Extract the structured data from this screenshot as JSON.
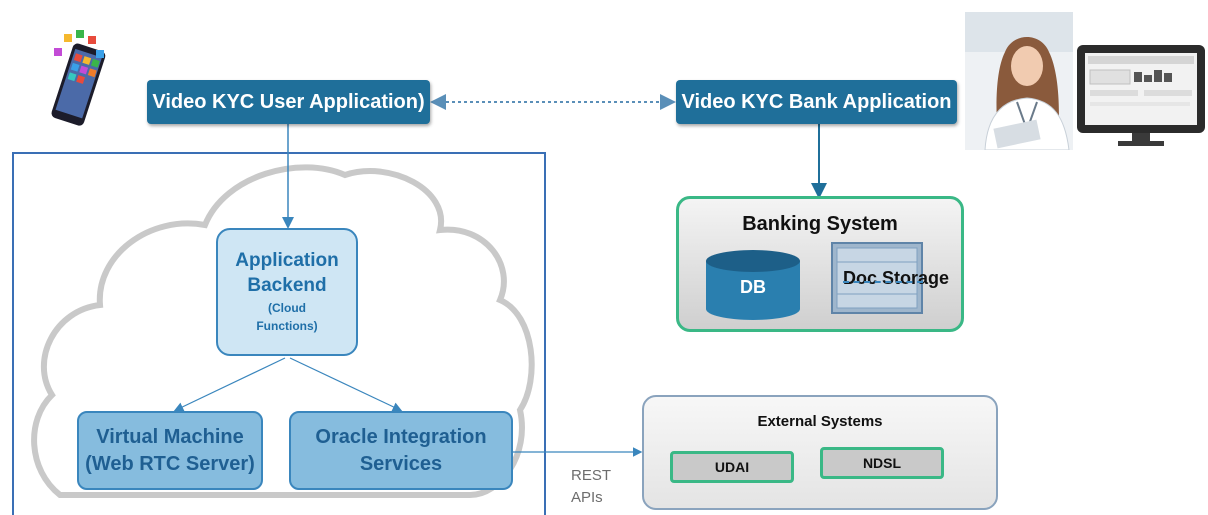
{
  "user_app": {
    "label": "Video KYC User Application)"
  },
  "bank_app": {
    "label": "Video KYC Bank Application"
  },
  "backend": {
    "line1": "Application",
    "line2": "Backend",
    "line3": "(Cloud",
    "line4": "Functions)"
  },
  "vm": {
    "line1": "Virtual Machine",
    "line2": "(Web RTC Server)"
  },
  "oic": {
    "line1": "Oracle Integration",
    "line2": "Services"
  },
  "banking": {
    "title": "Banking System",
    "db": "DB",
    "doc": "Doc Storage"
  },
  "external": {
    "title": "External Systems",
    "udai": "UDAI",
    "ndsl": "NDSL"
  },
  "rest": {
    "line1": "REST",
    "line2": "APIs"
  },
  "icons": {
    "phone": "smartphone-apps-icon",
    "agent": "bank-agent-photo-icon",
    "monitor": "desktop-monitor-icon"
  },
  "colors": {
    "pill": "#1f6f9a",
    "accent_green": "#3ab886",
    "frame_blue": "#3a86bd"
  }
}
